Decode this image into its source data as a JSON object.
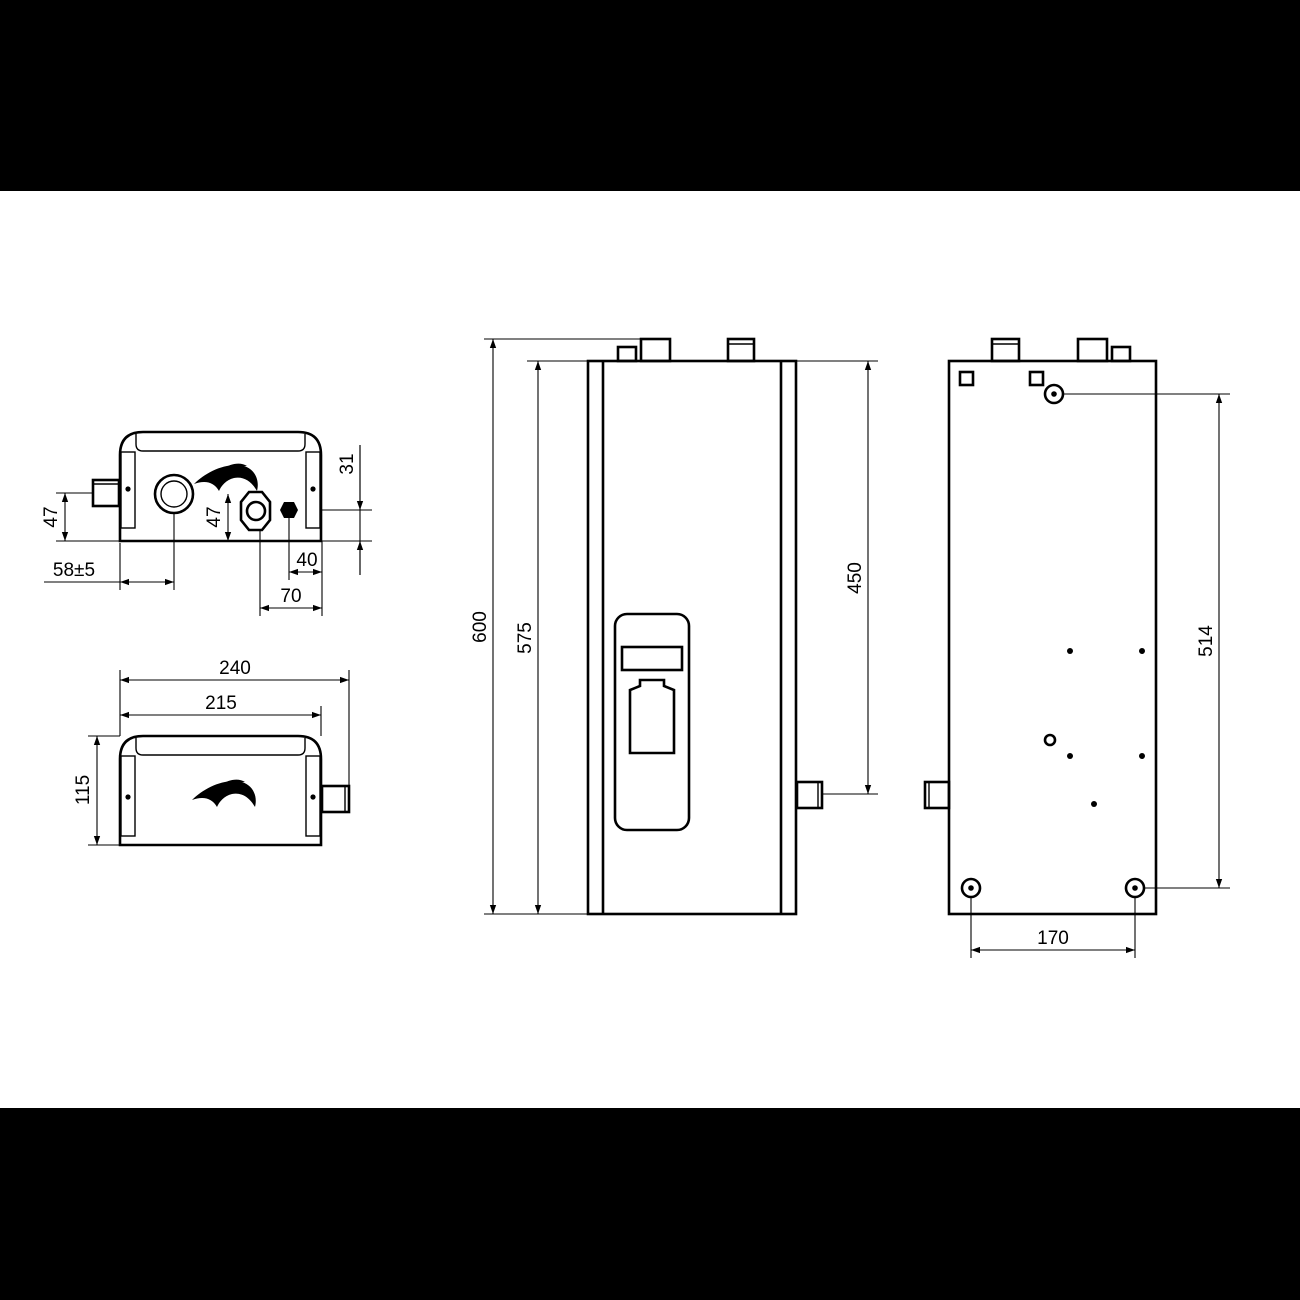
{
  "colors": {
    "background": "#000000",
    "paper": "#ffffff",
    "ink": "#000000"
  },
  "icons": {
    "logo": "flame-swoosh-logo"
  },
  "views": {
    "top": {
      "dim_outlet_height": "47",
      "dim_fitting_height": "47",
      "dim_right_height": "31",
      "dim_outlet_offset": "58±5",
      "dim_small_spacing": "40",
      "dim_large_spacing": "70"
    },
    "bottom": {
      "dim_overall_width": "240",
      "dim_body_width": "215",
      "dim_depth": "115"
    },
    "front": {
      "dim_overall_height": "600",
      "dim_body_height": "575",
      "dim_side_outlet_height": "450"
    },
    "back": {
      "dim_mount_vertical": "514",
      "dim_mount_horizontal": "170"
    }
  }
}
